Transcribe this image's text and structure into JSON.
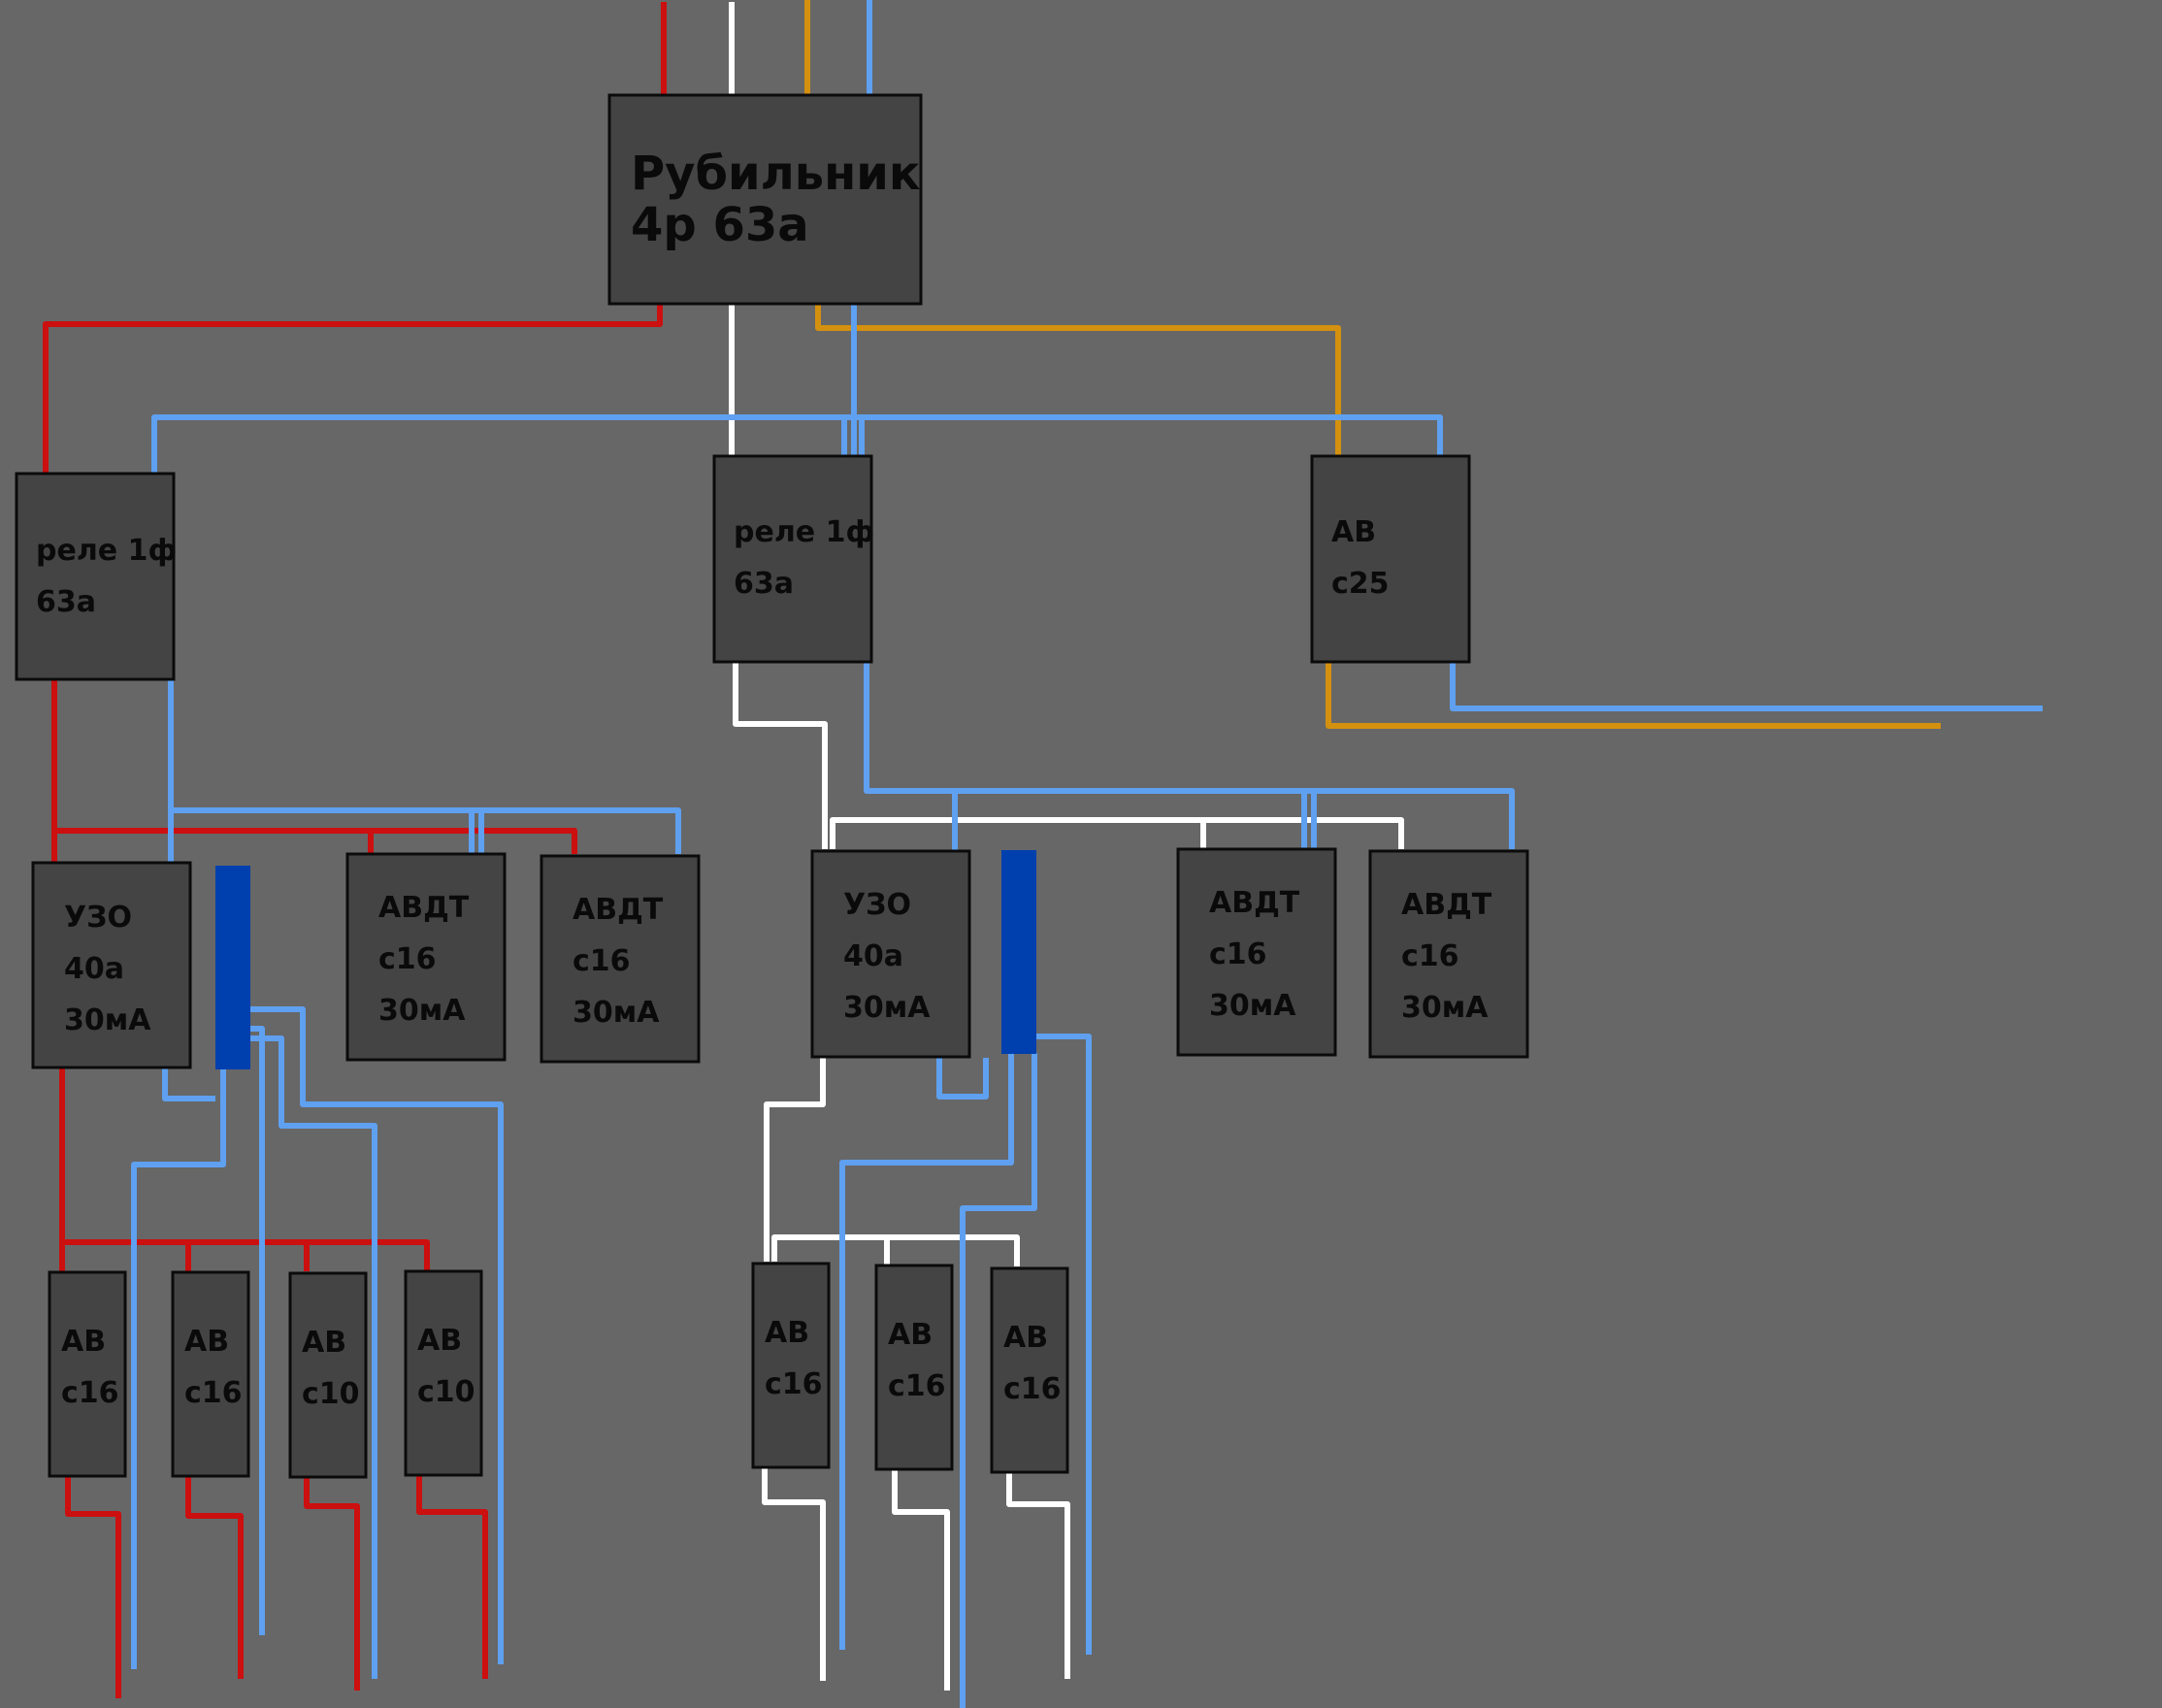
{
  "colors": {
    "background": "#676767",
    "box_fill": "#444444",
    "phase_L1": "#cc0f0f",
    "phase_L2": "#ffffff",
    "phase_L3": "#d4900f",
    "neutral": "#5fa0f0",
    "neutral_bus": "#003fae"
  },
  "main_switch": {
    "line1": "Рубильник",
    "line2": "4р 63а"
  },
  "relay_left": {
    "line1": "реле 1ф",
    "line2": "63а"
  },
  "relay_mid": {
    "line1": "реле 1ф",
    "line2": "63а"
  },
  "breaker_c25": {
    "line1": "АВ",
    "line2": "с25"
  },
  "left_group": {
    "rcd": {
      "line1": "УЗО",
      "line2": "40а",
      "line3": "30мА"
    },
    "rcbo_1": {
      "line1": "АВДТ",
      "line2": "с16",
      "line3": "30мА"
    },
    "rcbo_2": {
      "line1": "АВДТ",
      "line2": "с16",
      "line3": "30мА"
    },
    "breakers": [
      {
        "line1": "АВ",
        "line2": "с16"
      },
      {
        "line1": "АВ",
        "line2": "с16"
      },
      {
        "line1": "АВ",
        "line2": "с10"
      },
      {
        "line1": "АВ",
        "line2": "с10"
      }
    ]
  },
  "mid_group": {
    "rcd": {
      "line1": "УЗО",
      "line2": "40а",
      "line3": "30мА"
    },
    "rcbo_1": {
      "line1": "АВДТ",
      "line2": "с16",
      "line3": "30мА"
    },
    "rcbo_2": {
      "line1": "АВДТ",
      "line2": "с16",
      "line3": "30мА"
    },
    "breakers": [
      {
        "line1": "АВ",
        "line2": "с16"
      },
      {
        "line1": "АВ",
        "line2": "с16"
      },
      {
        "line1": "АВ",
        "line2": "с16"
      }
    ]
  }
}
